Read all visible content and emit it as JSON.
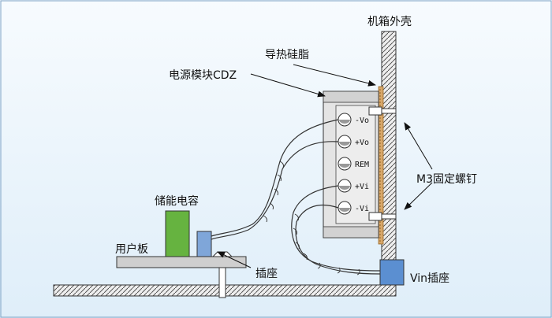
{
  "labels": {
    "chassis": "机箱外壳",
    "thermal_grease": "导热硅脂",
    "power_module": "电源模块CDZ",
    "capacitor": "储能电容",
    "user_board": "用户板",
    "socket": "插座",
    "vin_socket": "Vin插座",
    "screws": "M3固定螺钉"
  },
  "pins": [
    "-Vo",
    "+Vo",
    "REM",
    "+Vi",
    "-Vi"
  ],
  "colors": {
    "background": "#e6f1fa",
    "module_body": "#c9c9c9",
    "module_edge": "#b5b5b5",
    "thermal_grease": "#d9a86a",
    "capacitor": "#66b340",
    "socket": "#7fa6d9",
    "vin_socket": "#5b8fd1",
    "board": "#c9c9c9",
    "wire": "#444444"
  }
}
